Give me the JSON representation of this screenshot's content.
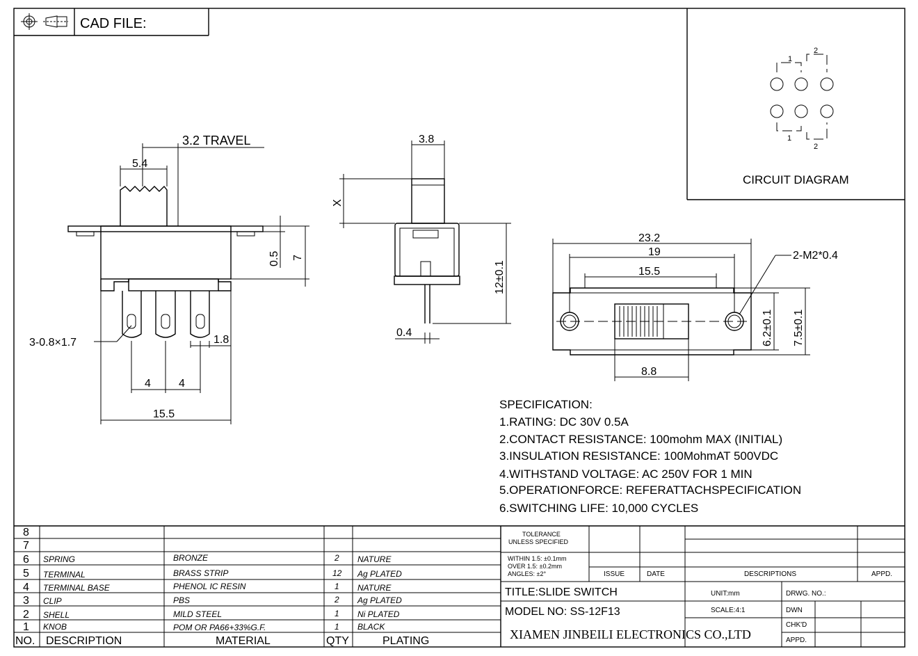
{
  "header": {
    "cad_file_label": "CAD FILE:",
    "projection_icons": [
      "target-crosshair-icon",
      "third-angle-projection-icon"
    ]
  },
  "circuit": {
    "title": "CIRCUIT DIAGRAM",
    "top_labels": [
      "1",
      "2"
    ],
    "bottom_labels": [
      "1",
      "2"
    ]
  },
  "side_view": {
    "travel": "3.2 TRAVEL",
    "knob_width": "5.4",
    "dim_05": "0.5",
    "dim_7": "7",
    "pin_callout": "3-0.8×1.7",
    "pin_pitch_1": "4",
    "pin_pitch_2": "4",
    "pin_width": "1.8",
    "overall_width": "15.5"
  },
  "end_view": {
    "width": "3.8",
    "x_label": "X",
    "height": "12±0.1",
    "pin_thickness": "0.4"
  },
  "top_view": {
    "overall": "23.2",
    "hole_pitch": "19",
    "body": "15.5",
    "slider": "8.8",
    "inner_height": "6.2±0.1",
    "outer_height": "7.5±0.1",
    "hole_callout": "2-M2*0.4"
  },
  "specification": {
    "heading": "SPECIFICATION:",
    "items": [
      "1.RATING: DC  30V  0.5A",
      "2.CONTACT  RESISTANCE: 100mohm  MAX  (INITIAL)",
      "3.INSULATION  RESISTANCE: 100MohmAT  500VDC",
      "4.WITHSTAND  VOLTAGE: AC  250V  FOR  1  MIN",
      "5.OPERATIONFORCE: REFERATTACHSPECIFICATION",
      "6.SWITCHING  LIFE: 10,000  CYCLES"
    ]
  },
  "bom": {
    "headers": {
      "no": "NO.",
      "description": "DESCRIPTION",
      "material": "MATERIAL",
      "qty": "QTY",
      "plating": "PLATING"
    },
    "rows": [
      {
        "no": "8",
        "description": "",
        "material": "",
        "qty": "",
        "plating": ""
      },
      {
        "no": "7",
        "description": "",
        "material": "",
        "qty": "",
        "plating": ""
      },
      {
        "no": "6",
        "description": "SPRING",
        "material": "BRONZE",
        "qty": "2",
        "plating": "NATURE"
      },
      {
        "no": "5",
        "description": "TERMINAL",
        "material": "BRASS STRIP",
        "qty": "12",
        "plating": "Ag PLATED"
      },
      {
        "no": "4",
        "description": "TERMINAL BASE",
        "material": "PHENOL IC RESIN",
        "qty": "1",
        "plating": "NATURE"
      },
      {
        "no": "3",
        "description": "CLIP",
        "material": "PBS",
        "qty": "2",
        "plating": "Ag PLATED"
      },
      {
        "no": "2",
        "description": "SHELL",
        "material": "MILD STEEL",
        "qty": "1",
        "plating": "Ni PLATED"
      },
      {
        "no": "1",
        "description": "KNOB",
        "material": "POM OR PA66+33%G.F.",
        "qty": "1",
        "plating": "BLACK"
      }
    ]
  },
  "title_block": {
    "tolerance_line1": "TOLERANCE",
    "tolerance_line2": "UNLESS SPECIFIED",
    "within": "WITHIN 1.5: ±0.1mm",
    "over": "OVER 1.5:  ±0.2mm",
    "angles": "ANGLES: ±2°",
    "issue": "ISSUE",
    "date": "DATE",
    "descriptions": "DESCRIPTIONS",
    "appd": "APPD.",
    "title": "TITLE:SLIDE SWITCH",
    "unit": "UNIT:mm",
    "drwg_no": "DRWG. NO.:",
    "model": "MODEL NO: SS-12F13",
    "scale": "SCALE:4:1",
    "dwn": "DWN",
    "chkd": "CHK'D",
    "appd2": "APPD.",
    "company": "XIAMEN JINBEILI ELECTRONICS CO.,LTD"
  }
}
